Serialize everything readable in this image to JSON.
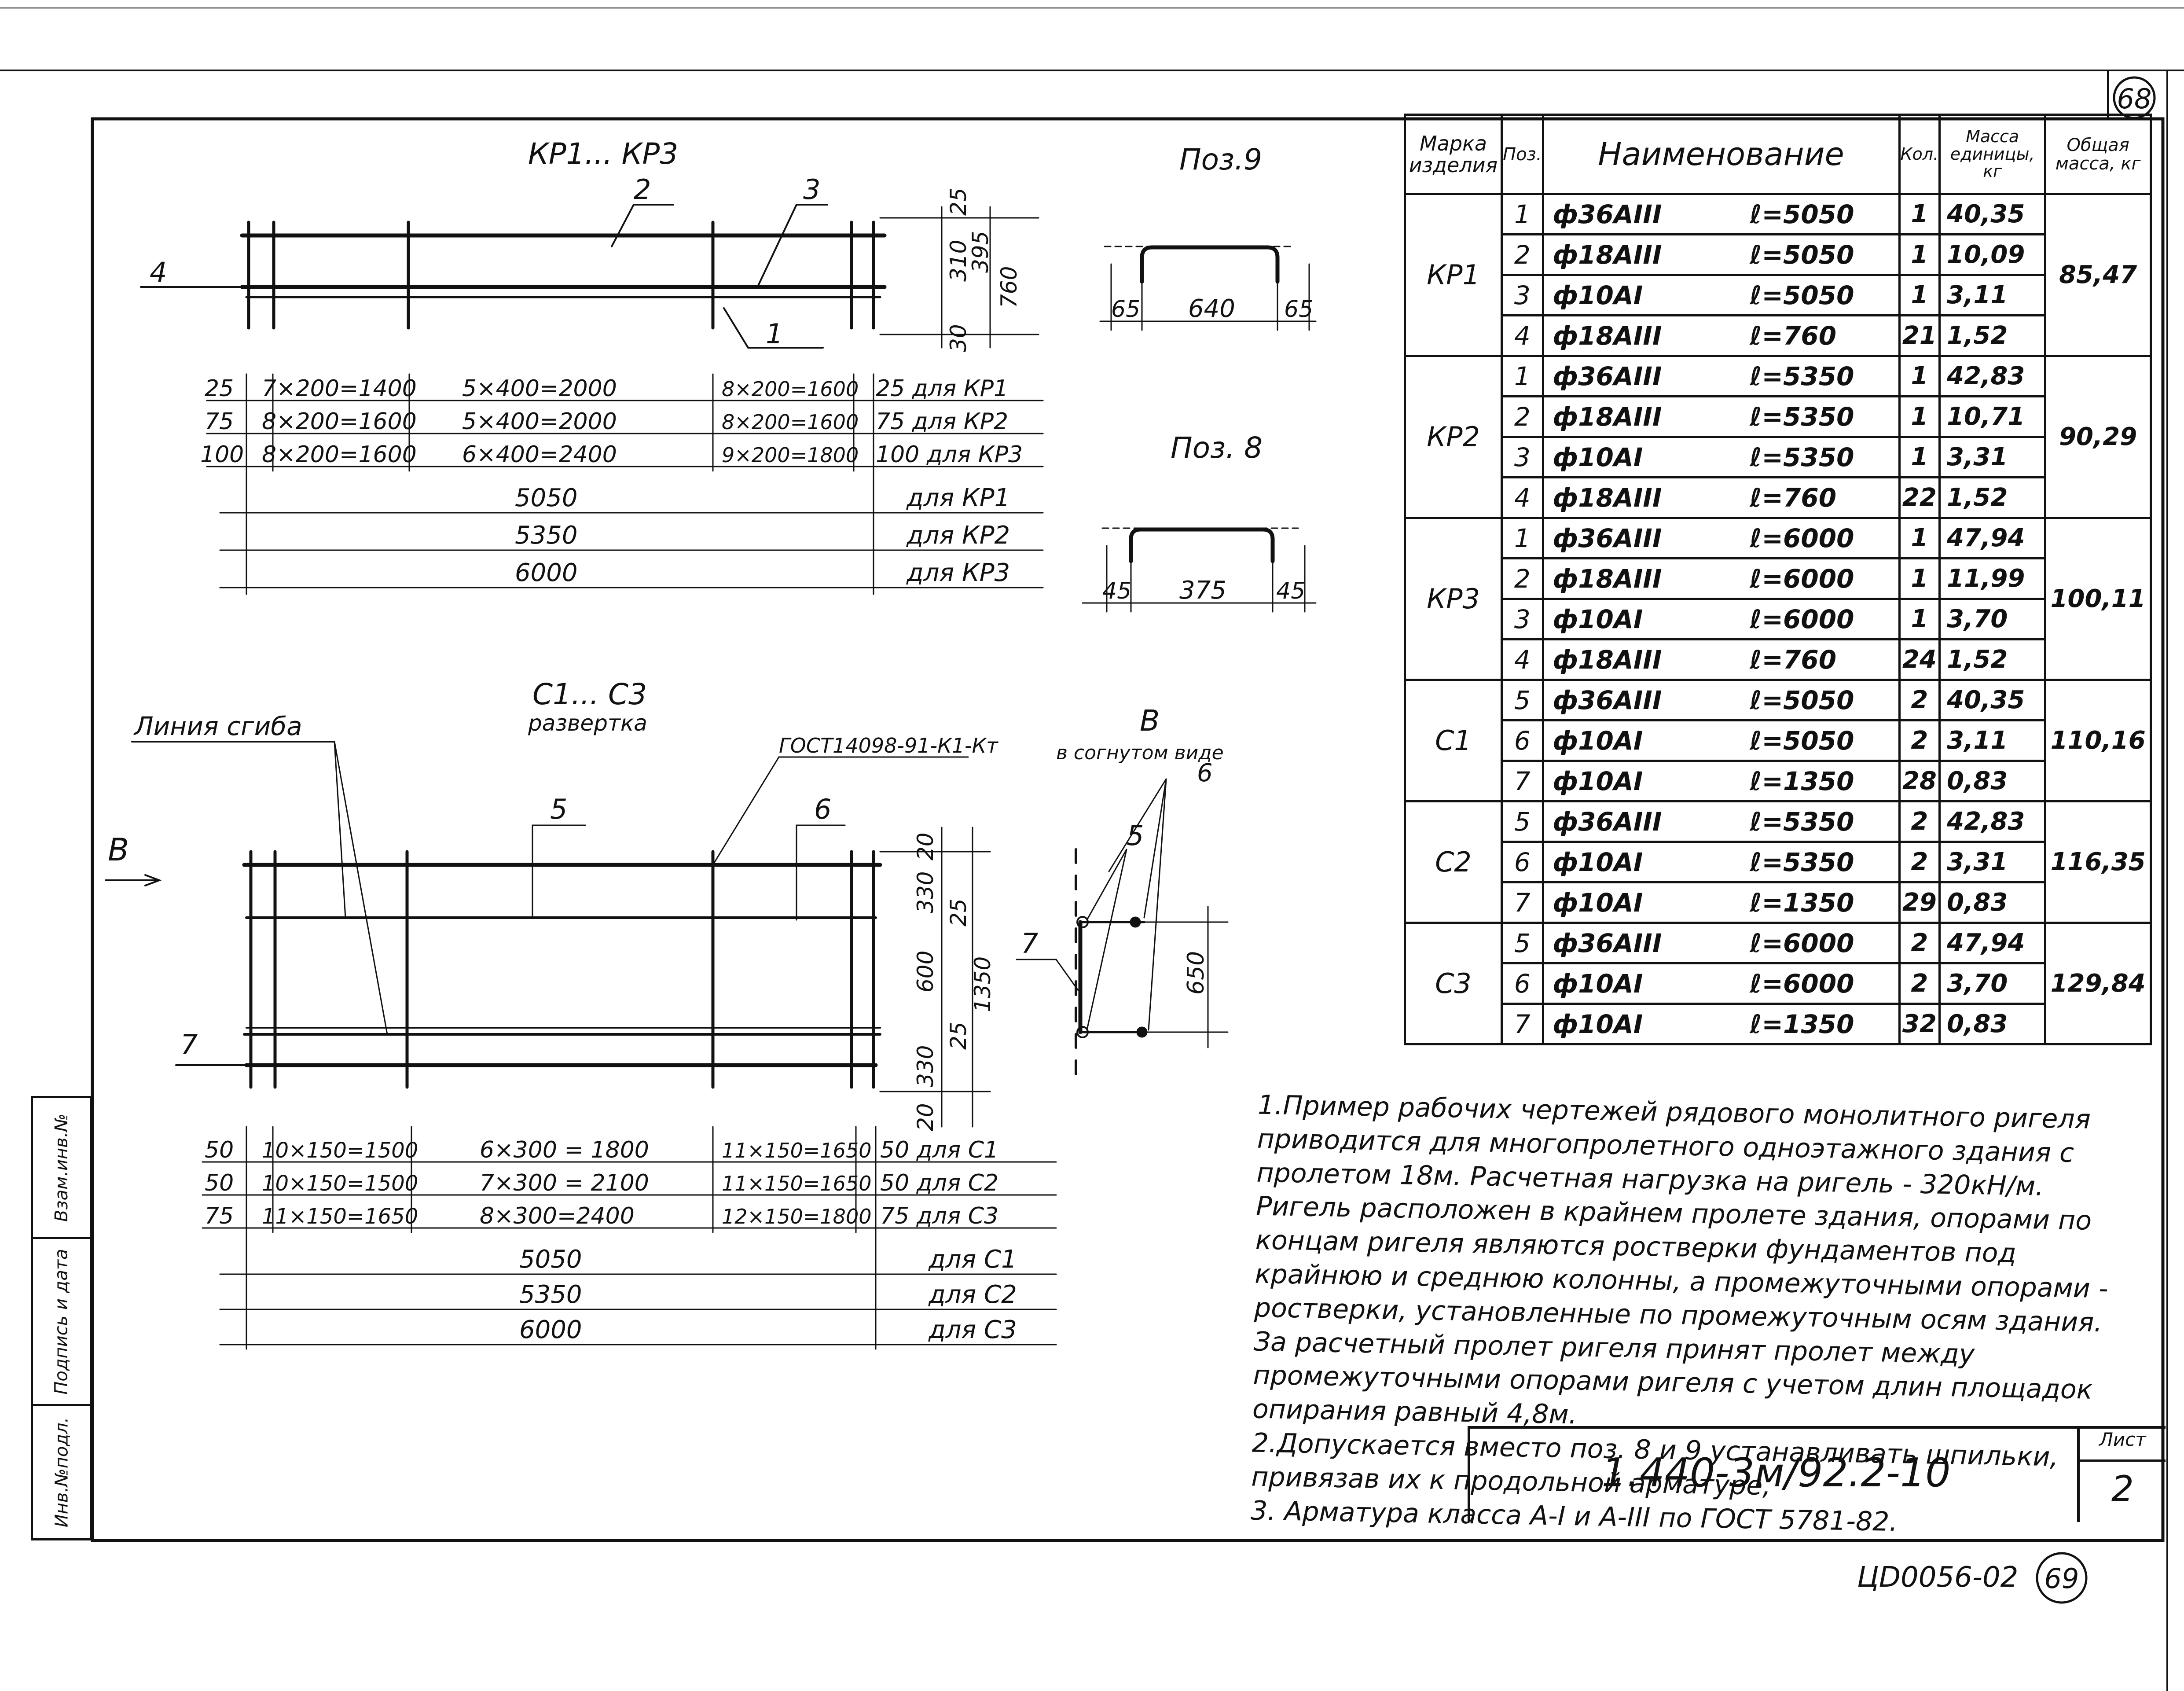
{
  "top_drawing": {
    "title": "КР1... КР3",
    "pos_labels": [
      "2",
      "3",
      "4",
      "1"
    ],
    "right_dims": [
      "25",
      "310",
      "395",
      "760",
      "30"
    ],
    "spacing_rows": [
      {
        "start": "25",
        "seg1": "7×200=1400",
        "seg2": "5×400=2000",
        "seg3": "8×200=1600",
        "end": "25 для КР1"
      },
      {
        "start": "75",
        "seg1": "8×200=1600",
        "seg2": "5×400=2000",
        "seg3": "8×200=1600",
        "end": "75 для КР2"
      },
      {
        "start": "100",
        "seg1": "8×200=1600",
        "seg2": "6×400=2400",
        "seg3": "9×200=1800",
        "end": "100 для КР3"
      }
    ],
    "lengths": [
      {
        "value": "5050",
        "label": "для КР1"
      },
      {
        "value": "5350",
        "label": "для КР2"
      },
      {
        "value": "6000",
        "label": "для КР3"
      }
    ]
  },
  "pos9": {
    "title": "Поз.9",
    "dims": [
      "65",
      "640",
      "65"
    ]
  },
  "pos8": {
    "title": "Поз. 8",
    "dims": [
      "45",
      "375",
      "45"
    ]
  },
  "bottom_drawing": {
    "title": "С1... С3",
    "subtitle": "развертка",
    "bend_line": "Линия сгиба",
    "gost": "ГОСТ14098-91-К1-Кт",
    "view_letter": "В",
    "view_arrow_label": "В",
    "pos_labels": [
      "5",
      "6",
      "7"
    ],
    "right_dims": [
      "20",
      "330",
      "25",
      "600",
      "1350",
      "25",
      "330",
      "20"
    ],
    "spacing_rows": [
      {
        "start": "50",
        "seg1": "10×150=1500",
        "seg2": "6×300 = 1800",
        "seg3": "11×150=1650",
        "end": "50 для С1"
      },
      {
        "start": "50",
        "seg1": "10×150=1500",
        "seg2": "7×300 = 2100",
        "seg3": "11×150=1650",
        "end": "50 для С2"
      },
      {
        "start": "75",
        "seg1": "11×150=1650",
        "seg2": "8×300=2400",
        "seg3": "12×150=1800",
        "end": "75 для С3"
      }
    ],
    "lengths": [
      {
        "value": "5050",
        "label": "для С1"
      },
      {
        "value": "5350",
        "label": "для С2"
      },
      {
        "value": "6000",
        "label": "для С3"
      }
    ]
  },
  "view_b": {
    "title": "В",
    "subtitle": "в согнутом виде",
    "labels": [
      "6",
      "5",
      "7"
    ],
    "dim": "650"
  },
  "table": {
    "headers": {
      "mark": "Марка изделия",
      "pos": "Поз.",
      "name": "Наименование",
      "qty": "Кол.",
      "unit_mass": "Масса единицы, кг",
      "total_mass": "Общая масса, кг"
    },
    "groups": [
      {
        "mark": "КР1",
        "total": "85,47",
        "rows": [
          {
            "pos": "1",
            "name": "ф36АIII",
            "len": "ℓ=5050",
            "qty": "1",
            "mass": "40,35"
          },
          {
            "pos": "2",
            "name": "ф18АIII",
            "len": "ℓ=5050",
            "qty": "1",
            "mass": "10,09"
          },
          {
            "pos": "3",
            "name": "ф10АI",
            "len": "ℓ=5050",
            "qty": "1",
            "mass": "3,11"
          },
          {
            "pos": "4",
            "name": "ф18АIII",
            "len": "ℓ=760",
            "qty": "21",
            "mass": "1,52"
          }
        ]
      },
      {
        "mark": "КР2",
        "total": "90,29",
        "rows": [
          {
            "pos": "1",
            "name": "ф36АIII",
            "len": "ℓ=5350",
            "qty": "1",
            "mass": "42,83"
          },
          {
            "pos": "2",
            "name": "ф18АIII",
            "len": "ℓ=5350",
            "qty": "1",
            "mass": "10,71"
          },
          {
            "pos": "3",
            "name": "ф10АI",
            "len": "ℓ=5350",
            "qty": "1",
            "mass": "3,31"
          },
          {
            "pos": "4",
            "name": "ф18АIII",
            "len": "ℓ=760",
            "qty": "22",
            "mass": "1,52"
          }
        ]
      },
      {
        "mark": "КР3",
        "total": "100,11",
        "rows": [
          {
            "pos": "1",
            "name": "ф36АIII",
            "len": "ℓ=6000",
            "qty": "1",
            "mass": "47,94"
          },
          {
            "pos": "2",
            "name": "ф18АIII",
            "len": "ℓ=6000",
            "qty": "1",
            "mass": "11,99"
          },
          {
            "pos": "3",
            "name": "ф10АI",
            "len": "ℓ=6000",
            "qty": "1",
            "mass": "3,70"
          },
          {
            "pos": "4",
            "name": "ф18АIII",
            "len": "ℓ=760",
            "qty": "24",
            "mass": "1,52"
          }
        ]
      },
      {
        "mark": "С1",
        "total": "110,16",
        "rows": [
          {
            "pos": "5",
            "name": "ф36АIII",
            "len": "ℓ=5050",
            "qty": "2",
            "mass": "40,35"
          },
          {
            "pos": "6",
            "name": "ф10АI",
            "len": "ℓ=5050",
            "qty": "2",
            "mass": "3,11"
          },
          {
            "pos": "7",
            "name": "ф10АI",
            "len": "ℓ=1350",
            "qty": "28",
            "mass": "0,83"
          }
        ]
      },
      {
        "mark": "С2",
        "total": "116,35",
        "rows": [
          {
            "pos": "5",
            "name": "ф36АIII",
            "len": "ℓ=5350",
            "qty": "2",
            "mass": "42,83"
          },
          {
            "pos": "6",
            "name": "ф10АI",
            "len": "ℓ=5350",
            "qty": "2",
            "mass": "3,31"
          },
          {
            "pos": "7",
            "name": "ф10АI",
            "len": "ℓ=1350",
            "qty": "29",
            "mass": "0,83"
          }
        ]
      },
      {
        "mark": "С3",
        "total": "129,84",
        "rows": [
          {
            "pos": "5",
            "name": "ф36АIII",
            "len": "ℓ=6000",
            "qty": "2",
            "mass": "47,94"
          },
          {
            "pos": "6",
            "name": "ф10АI",
            "len": "ℓ=6000",
            "qty": "2",
            "mass": "3,70"
          },
          {
            "pos": "7",
            "name": "ф10АI",
            "len": "ℓ=1350",
            "qty": "32",
            "mass": "0,83"
          }
        ]
      }
    ]
  },
  "notes": [
    "1.Пример рабочих чертежей рядового монолитного ригеля приводится для многопролетного одноэтажного здания с пролетом 18м. Расчетная нагрузка на ригель - 320кН/м. Ригель расположен в крайнем пролете здания, опорами по концам ригеля являются ростверки фундаментов под крайнюю и среднюю колонны, а промежуточными опорами - ростверки, установленные по промежуточным осям здания. За расчетный пролет ригеля принят пролет между промежуточными опорами ригеля с учетом длин площадок опирания равный 4,8м.",
    "2.Допускается вместо поз. 8 и 9 устанавливать шпильки, привязав их к продольной арматуре,",
    "3. Арматура класса А-I и А-III по ГОСТ 5781-82."
  ],
  "stamp": {
    "code": "1.440-3м/92.2-10",
    "sheet_label": "Лист",
    "sheet_number": "2"
  },
  "side_stamp": [
    "Инв.№подл.",
    "Подпись и дата",
    "Взам.инв.№"
  ],
  "page_number_top": "68",
  "archive_code": "ЦD0056-02",
  "archive_page": "69"
}
